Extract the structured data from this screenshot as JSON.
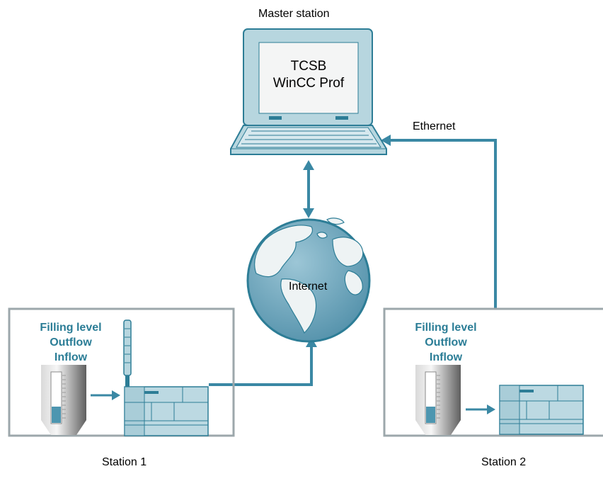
{
  "master": {
    "label": "Master station",
    "screen_line1": "TCSB",
    "screen_line2": "WinCC Prof"
  },
  "network": {
    "ethernet_label": "Ethernet",
    "internet_label": "Internet"
  },
  "station1": {
    "label": "Station 1",
    "signals": [
      "Filling level",
      "Outflow",
      "Inflow"
    ]
  },
  "station2": {
    "label": "Station 2",
    "signals": [
      "Filling level",
      "Outflow",
      "Inflow"
    ]
  },
  "colors": {
    "line": "#3a88a4",
    "device": "#bcd9e2",
    "device_stroke": "#2d7d96",
    "frame": "#9ca7ab",
    "signal_text": "#2b7d96"
  }
}
